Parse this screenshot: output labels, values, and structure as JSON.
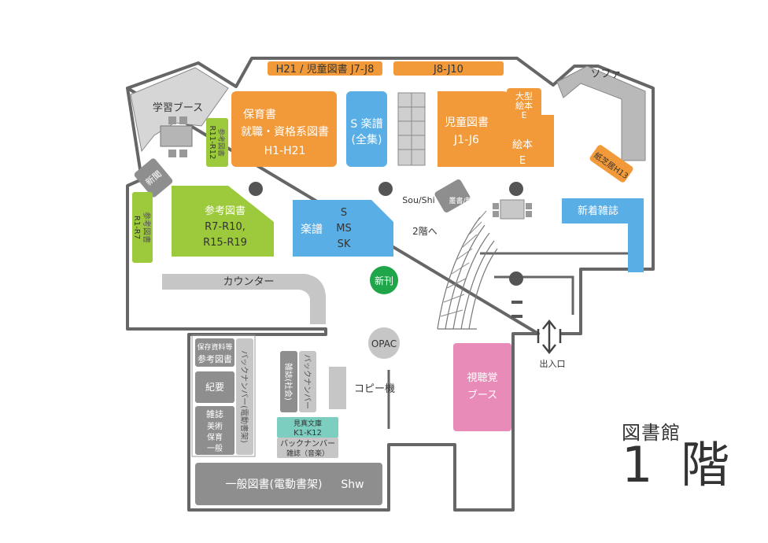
{
  "map": {
    "top_shelves": {
      "h21_children": "H21 / 児童図書 J7-J8",
      "j8_j10": "J8-J10"
    },
    "study_booth": "学習ブース",
    "newspaper": "新聞",
    "sofa": "ソファ",
    "reference_v1": {
      "line1": "参考図書",
      "line2": "R11-R12"
    },
    "reference_v2": {
      "line1": "参考図書",
      "line2": "R1-R7"
    },
    "hoiku": {
      "line1": "保育書",
      "line2": "就職・資格系図書",
      "line3": "H1-H21"
    },
    "s_scores": {
      "line1": "S 楽譜",
      "line2": "(全集)"
    },
    "children": {
      "line1": "児童図書",
      "line2": "J1-J6"
    },
    "large_picture": {
      "line1": "大型",
      "line2": "絵本",
      "line3": "E"
    },
    "picture_books": {
      "line1": "絵本",
      "line2": "E"
    },
    "kamishibai": {
      "line1": "紙芝居",
      "line2": "H13"
    },
    "sou_shi": "Sou/Shi",
    "collection_new": "叢書/新書",
    "new_magazines": "新着雑誌",
    "reference_green": {
      "line1": "参考図書",
      "line2": "R7-R10,",
      "line3": "R15-R19"
    },
    "scores": {
      "label": "楽譜",
      "s": "S",
      "ms": "MS",
      "sk": "SK"
    },
    "to_2f": "2階へ",
    "counter": "カウンター",
    "new_issues": "新刊",
    "opac": "OPAC",
    "entrance": "出入口",
    "av_booth": {
      "line1": "視聴覚",
      "line2": "ブース"
    },
    "copier": "コピー機",
    "storage_ref": {
      "line1": "保存資料等",
      "line2": "参考図書"
    },
    "bulletin": "紀要",
    "magazines": {
      "line1": "雑誌",
      "line2": "美術",
      "line3": "保育",
      "line4": "一般"
    },
    "backnumber_motor": {
      "line1": "バックナンバー",
      "line2": "(電動書架)"
    },
    "magazine_social": {
      "line1": "雑誌",
      "line2": "(社会)"
    },
    "backnumber_v": "バックナンバー",
    "kenshin": {
      "line1": "見真文庫",
      "line2": "K1-K12"
    },
    "backnumber_h": "バックナンバー",
    "magazine_music": "雑誌（音楽）",
    "general_books": {
      "label": "一般図書(電動書架)",
      "code": "Shw"
    }
  },
  "title": {
    "sub": "図書館",
    "main": "1 階"
  },
  "colors": {
    "orange": "#f29a3a",
    "blue": "#5aaee6",
    "green": "#9dc93c",
    "gray": "#8e8e8e",
    "lightgray": "#c6c6c6",
    "pink": "#e98bb8",
    "teal": "#7ccfc0",
    "newgreen": "#1fa64a",
    "wall": "#666666"
  }
}
